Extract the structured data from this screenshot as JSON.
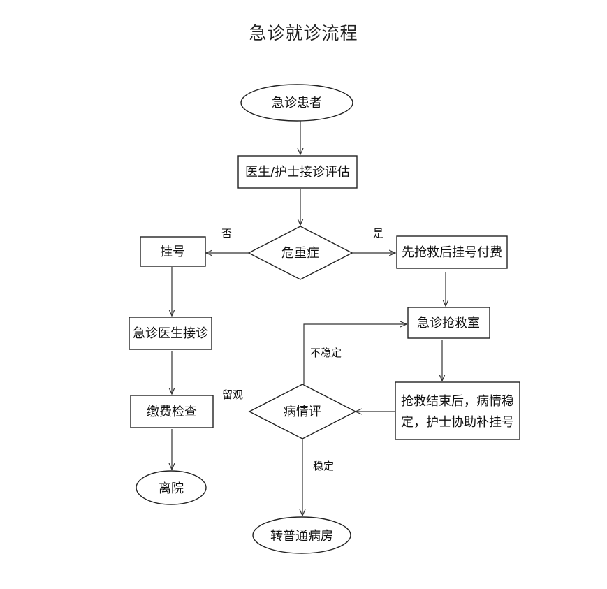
{
  "title": "急诊就诊流程",
  "nodes": {
    "patient": "急诊患者",
    "assess": "医生/护士接诊评估",
    "critical": "危重症",
    "register": "挂号",
    "rescue_first": "先抢救后挂号付费",
    "er_doctor": "急诊医生接诊",
    "rescue_room": "急诊抢救室",
    "pay_exam": "缴费检查",
    "after_rescue_line1": "抢救结束后，病情稳",
    "after_rescue_line2": "定，护士协助补挂号",
    "condition_eval": "病情评",
    "discharge": "离院",
    "ward": "转普通病房"
  },
  "edges": {
    "no": "否",
    "yes": "是",
    "unstable": "不稳定",
    "observe": "留观",
    "stable": "稳定"
  },
  "colors": {
    "stroke": "#222222",
    "fill": "#ffffff",
    "text": "#111111"
  }
}
